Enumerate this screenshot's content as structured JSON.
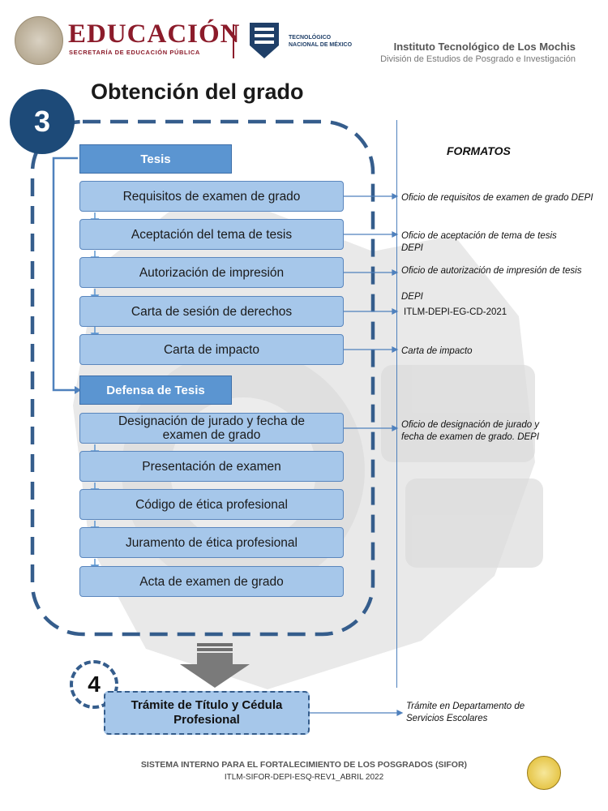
{
  "header": {
    "agency": "EDUCACIÓN",
    "agency_sub": "SECRETARÍA DE EDUCACIÓN PÚBLICA",
    "tec_line1": "TECNOLÓGICO",
    "tec_line2": "NACIONAL DE MÉXICO",
    "institute": "Instituto Tecnológico de Los Mochis",
    "division": "División de Estudios de Posgrado e Investigación"
  },
  "title": "Obtención del grado",
  "step3_number": "3",
  "step4_number": "4",
  "sections": [
    {
      "heading": "Tesis",
      "steps": [
        "Requisitos de examen de grado",
        "Aceptación del tema de tesis",
        "Autorización de impresión",
        "Carta de sesión de derechos",
        "Carta de impacto"
      ]
    },
    {
      "heading": "Defensa de Tesis",
      "steps": [
        "Designación de jurado y fecha de examen de grado",
        "Presentación de examen",
        "Código de ética profesional",
        "Juramento de ética profesional",
        "Acta de examen de grado"
      ]
    }
  ],
  "formats": {
    "heading": "FORMATOS",
    "items": [
      "Oficio de requisitos de examen de grado DEPI",
      "Oficio de aceptación de tema de tesis DEPI",
      "Oficio de autorización de impresión de tesis",
      "DEPI",
      "ITLM-DEPI-EG-CD-2021",
      "Carta de impacto",
      "Oficio de designación de jurado y fecha de examen de grado. DEPI",
      "Trámite en Departamento de Servicios Escolares"
    ]
  },
  "step4_label": "Trámite de Título y  Cédula Profesional",
  "footer": {
    "line1": "SISTEMA INTERNO PARA EL FORTALECIMIENTO DE LOS POSGRADOS (SIFOR)",
    "line2": "ITLM-SIFOR-DEPI-ESQ-REV1_ABRIL 2022"
  },
  "colors": {
    "brand_red": "#8c1c2b",
    "navy": "#1d4a78",
    "box_fill": "#a6c7ea",
    "head_fill": "#5b95d1",
    "line_blue": "#4f81bd"
  }
}
